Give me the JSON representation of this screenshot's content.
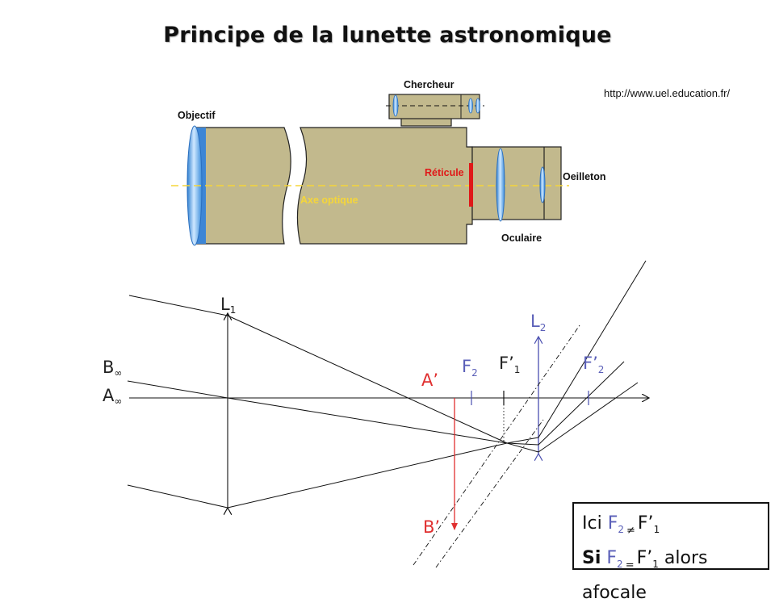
{
  "title": "Principe de la lunette astronomique",
  "source_url": "http://www.uel.education.fr/",
  "telescope": {
    "chercheur": "Chercheur",
    "objectif": "Objectif",
    "reticule": "Réticule",
    "oeilleton": "Oeilleton",
    "axe_optique": "Axe optique",
    "oculaire": "Oculaire"
  },
  "ray_diagram": {
    "lens1": "L",
    "lens1_sub": "1",
    "lens2": "L",
    "lens2_sub": "2",
    "b_inf": "B",
    "a_inf": "A",
    "inf_symbol": "∞",
    "f2": "F",
    "f2_sub": "2",
    "f1p": "F’",
    "f1p_sub": "1",
    "f2p": "F’",
    "f2p_sub": "2",
    "a_prime": "A’",
    "b_prime": "B’"
  },
  "note": {
    "line1_prefix": "Ici",
    "line1_op": "≠",
    "line2_prefix": "Si",
    "line2_op": "=",
    "line2_suffix": "alors afocale",
    "f": "F",
    "f_sub": "2",
    "fp": "F’",
    "fp_sub": "1"
  },
  "colors": {
    "tube": "#c2b98d",
    "lens": "#5aa8e8",
    "axis": "#f5d63a",
    "reticle": "#e01818",
    "blue_label": "#5a5fb8",
    "red_label": "#e03030"
  }
}
